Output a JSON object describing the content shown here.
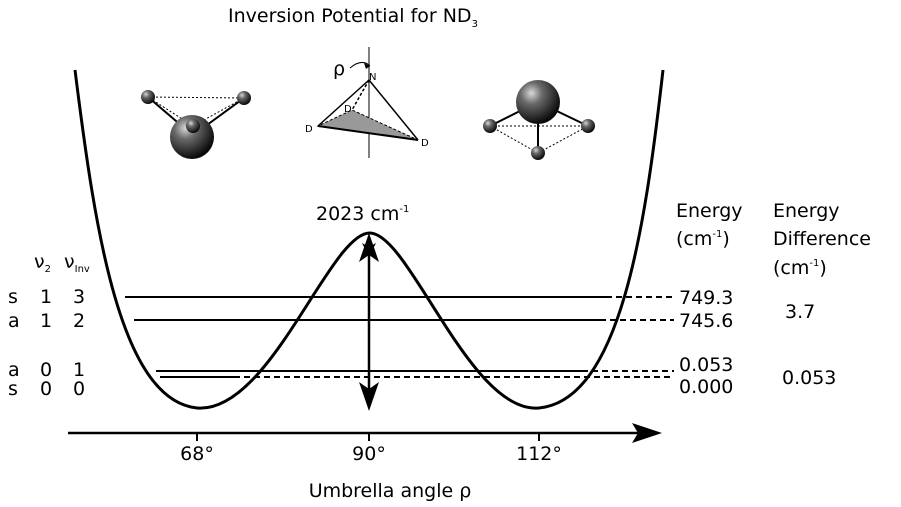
{
  "diagram": {
    "title": "Inversion Potential for ND",
    "title_subscript": "3",
    "barrier_label": "2023 cm",
    "barrier_superscript": "-1",
    "x_axis_label": "Umbrella angle ρ",
    "x_ticks": [
      "68°",
      "90°",
      "112°"
    ],
    "col_nu2": "ν",
    "col_nu2_sub": "2",
    "col_nuinv": "ν",
    "col_nuinv_sub": "Inv",
    "energy_header": [
      "Energy",
      "(cm"
    ],
    "energy_header_sup": "-1",
    "energy_header_close": ")",
    "difference_header": [
      "Energy",
      "Difference",
      "(cm"
    ],
    "difference_header_sup": "-1",
    "difference_header_close": ")",
    "levels": [
      {
        "sym": "s",
        "v2": "1",
        "vinv": "3",
        "energy": "749.3"
      },
      {
        "sym": "a",
        "v2": "1",
        "vinv": "2",
        "energy": "745.6"
      },
      {
        "sym": "a",
        "v2": "0",
        "vinv": "1",
        "energy": "0.053"
      },
      {
        "sym": "s",
        "v2": "0",
        "vinv": "0",
        "energy": "0.000"
      }
    ],
    "differences": [
      "3.7",
      "0.053"
    ],
    "rho_symbol": "ρ",
    "atom_labels": {
      "n": "N",
      "d1": "D",
      "d2": "D",
      "d3": "D"
    }
  }
}
